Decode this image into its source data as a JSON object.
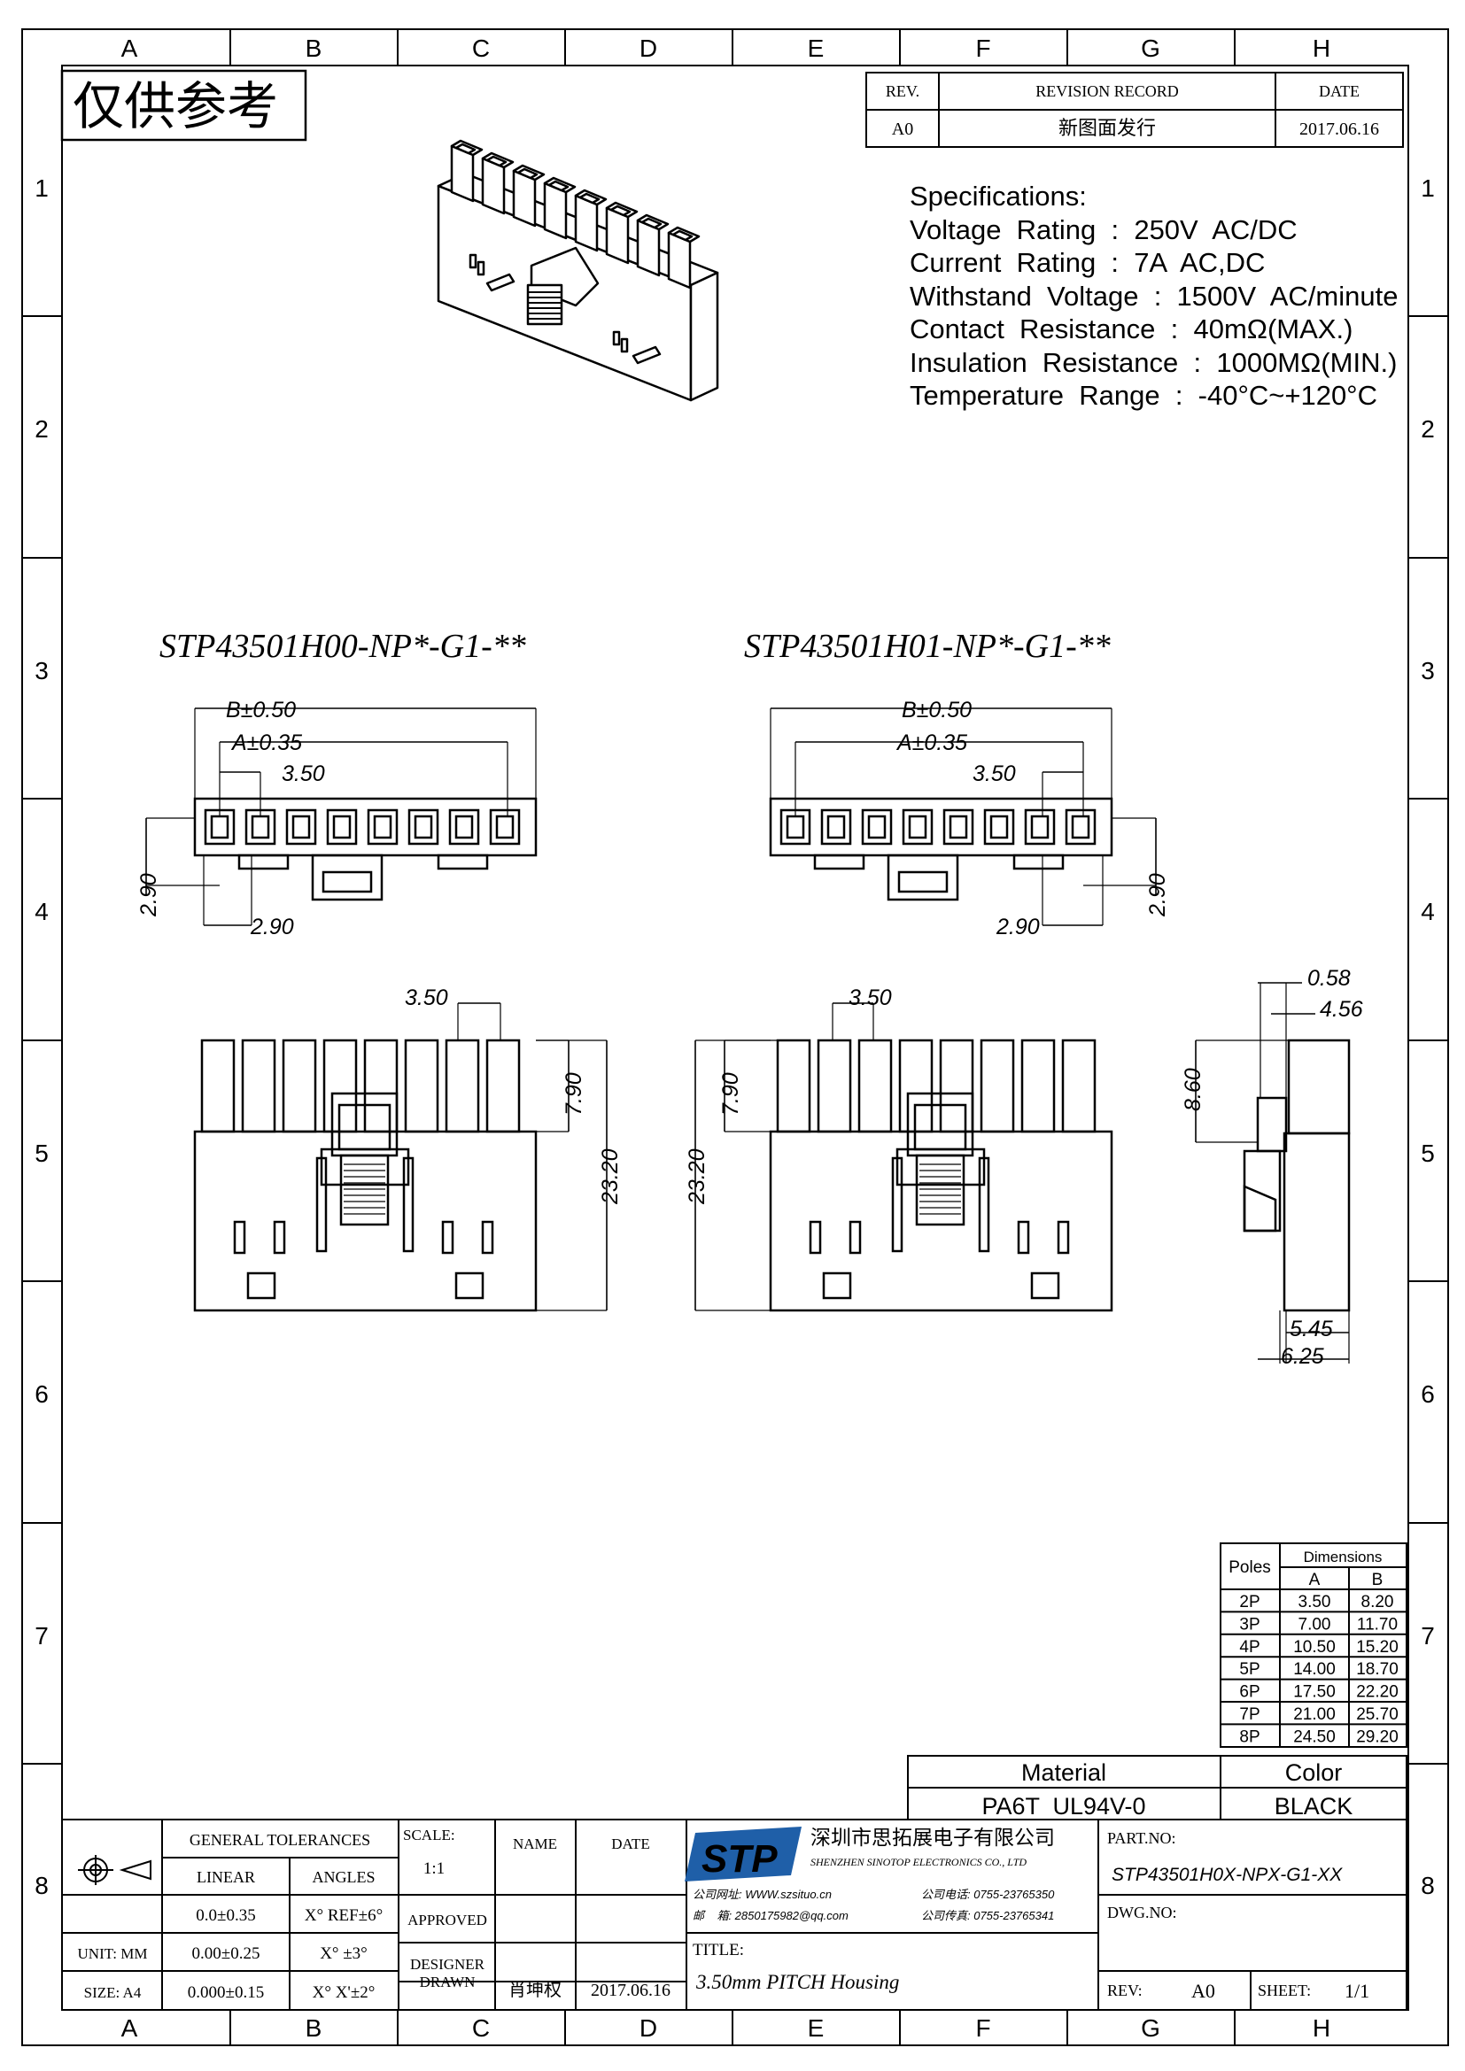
{
  "frame": {
    "columns": [
      "A",
      "B",
      "C",
      "D",
      "E",
      "F",
      "G",
      "H"
    ],
    "rows": [
      "1",
      "2",
      "3",
      "4",
      "5",
      "6",
      "7",
      "8"
    ]
  },
  "watermark": "仅供参考",
  "revision": {
    "headers": {
      "rev": "REV.",
      "record": "REVISION RECORD",
      "date": "DATE"
    },
    "row": {
      "rev": "A0",
      "record": "新图面发行",
      "date": "2017.06.16"
    }
  },
  "specifications": {
    "title": "Specifications:",
    "lines": [
      "Voltage  Rating  :  250V  AC/DC",
      "Current  Rating  :  7A  AC,DC",
      "Withstand  Voltage  :  1500V  AC/minute",
      "Contact  Resistance  :  40mΩ(MAX.)",
      "Insulation  Resistance  :  1000MΩ(MIN.)",
      "Temperature  Range  :  -40°C~+120°C"
    ]
  },
  "views": {
    "left_title": "STP43501H00-NP*-G1-**",
    "right_title": "STP43501H01-NP*-G1-**",
    "dims": {
      "b": "B±0.50",
      "a": "A±0.35",
      "pitch": "3.50",
      "height_small": "2.90",
      "offset": "2.90",
      "pin_len": "7.90",
      "total_h": "23.20",
      "side_w1": "0.58",
      "side_w2": "4.56",
      "side_h": "8.60",
      "side_b1": "5.45",
      "side_b2": "6.25"
    }
  },
  "dimensions_table": {
    "poles_header": "Poles",
    "dims_header": "Dimensions",
    "col_a": "A",
    "col_b": "B",
    "rows": [
      [
        "2P",
        "3.50",
        "8.20"
      ],
      [
        "3P",
        "7.00",
        "11.70"
      ],
      [
        "4P",
        "10.50",
        "15.20"
      ],
      [
        "5P",
        "14.00",
        "18.70"
      ],
      [
        "6P",
        "17.50",
        "22.20"
      ],
      [
        "7P",
        "21.00",
        "25.70"
      ],
      [
        "8P",
        "24.50",
        "29.20"
      ]
    ]
  },
  "material": {
    "material_label": "Material",
    "color_label": "Color",
    "material_value": "PA6T  UL94V-0",
    "color_value": "BLACK"
  },
  "title_block": {
    "general_tolerances": "GENERAL  TOLERANCES",
    "linear": "LINEAR",
    "angles": "ANGLES",
    "tol_rows": [
      [
        "0.0±0.35",
        "X° REF±6°"
      ],
      [
        "0.00±0.25",
        "X° ±3°"
      ],
      [
        "0.000±0.15",
        "X° X'±2°"
      ]
    ],
    "unit": "UNIT: MM",
    "size": "SIZE: A4",
    "scale_label": "SCALE:",
    "scale_value": "1:1",
    "name_label": "NAME",
    "date_label": "DATE",
    "approved": "APPROVED",
    "designer": "DESIGNER",
    "drawn": "DRAWN",
    "drawn_name": "肖坤权",
    "drawn_date": "2017.06.16",
    "logo_text": "STP",
    "company_cn": "深圳市思拓展电子有限公司",
    "company_en": "SHENZHEN SINOTOP ELECTRONICS CO., LTD",
    "contact_1": "公司网址: WWW.szsituo.cn",
    "contact_2": "公司电话: 0755-23765350",
    "contact_3": "邮    箱: 2850175982@qq.com",
    "contact_4": "公司传真: 0755-23765341",
    "title_label": "TITLE:",
    "title_value": "3.50mm PITCH Housing",
    "part_label": "PART.NO:",
    "part_value": "STP43501H0X-NPX-G1-XX",
    "dwg_label": "DWG.NO:",
    "rev_label": "REV:",
    "rev_value": "A0",
    "sheet_label": "SHEET:",
    "sheet_value": "1/1"
  },
  "colors": {
    "line": "#000000",
    "logo": "#1f5fa8"
  }
}
